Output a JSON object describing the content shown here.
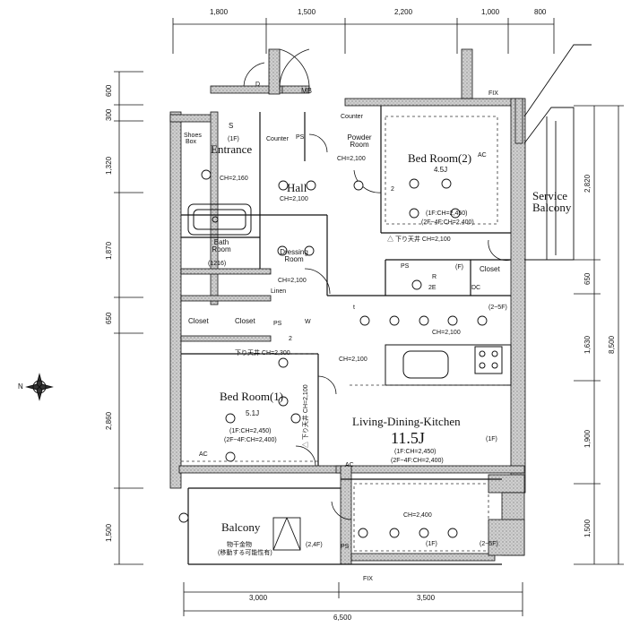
{
  "dimensions": {
    "top": [
      "1,800",
      "1,500",
      "2,200",
      "1,000",
      "800"
    ],
    "bottom": [
      "3,000",
      "3,500"
    ],
    "bottom_total": "6,500",
    "left": [
      "600",
      "300",
      "1,320",
      "1,870",
      "650",
      "2,860",
      "1,500"
    ],
    "right": [
      "2,820",
      "650",
      "1,630",
      "1,900",
      "1,500"
    ],
    "right_total": "8,500"
  },
  "compass": {
    "letter": "N"
  },
  "rooms": {
    "mb": "MB",
    "fix_top": "FIX",
    "fix_bottom": "FIX",
    "counter1": "Counter",
    "counter2": "Counter",
    "ps1": "PS",
    "ps2": "PS",
    "ps3": "PS",
    "ps4": "PS",
    "entrance": "Entrance",
    "entrance_ch": "CH=2,160",
    "s_mark": "S",
    "s_1f": "(1F)",
    "shoes_box": "Shoes Box",
    "powder": "Powder Room",
    "powder_ch": "CH=2,100",
    "bed2": "Bed Room(2)",
    "bed2_size": "4.5J",
    "bed2_ch1": "(1F:CH=2,450)",
    "bed2_ch2": "(2F~4F:CH=2,400)",
    "bed2_drop": "△ 下り天井 CH=2,100",
    "hall": "Hall",
    "hall_ch": "CH=2,100",
    "service_balcony": "Service Balcony",
    "bath": "Bath Room",
    "bath_size": "(1216)",
    "dressing": "Dressing Room",
    "dressing_ch": "CH=2,100",
    "linen": "Linen",
    "wm": "W",
    "closet1": "Closet",
    "closet2": "Closet",
    "closet3": "Closet",
    "ldk_ch": "CH=2,100",
    "center_ch": "CH=2,100",
    "bed1_drop": "下り天井 CH=2,300",
    "bed1": "Bed Room(1)",
    "bed1_size": "5.1J",
    "bed1_ch1": "(1F:CH=2,450)",
    "bed1_ch2": "(2F~4F:CH=2,400)",
    "vert_drop": "△ 下り天井 CH=2,100",
    "ldk": "Living-Dining-Kitchen",
    "ldk_size": "11.5J",
    "ldk_ch1": "(1F:CH=2,450)",
    "ldk_ch2": "(2F~4F:CH=2,400)",
    "balcony": "Balcony",
    "balcony_note1": "物干金物",
    "balcony_note2": "(移動する可能性有)",
    "balcony_24f": "(2,4F)",
    "front_ch": "CH=2,400",
    "ac": "AC",
    "r": "R",
    "f": "(F)",
    "one_f": "(1F)",
    "two_5f": "(2~5F)",
    "dc": "DC",
    "d": "D",
    "n2": "2",
    "n2e": "2E",
    "t": "t"
  },
  "colors": {
    "wall": "#b0b0b0",
    "line": "#111111"
  }
}
